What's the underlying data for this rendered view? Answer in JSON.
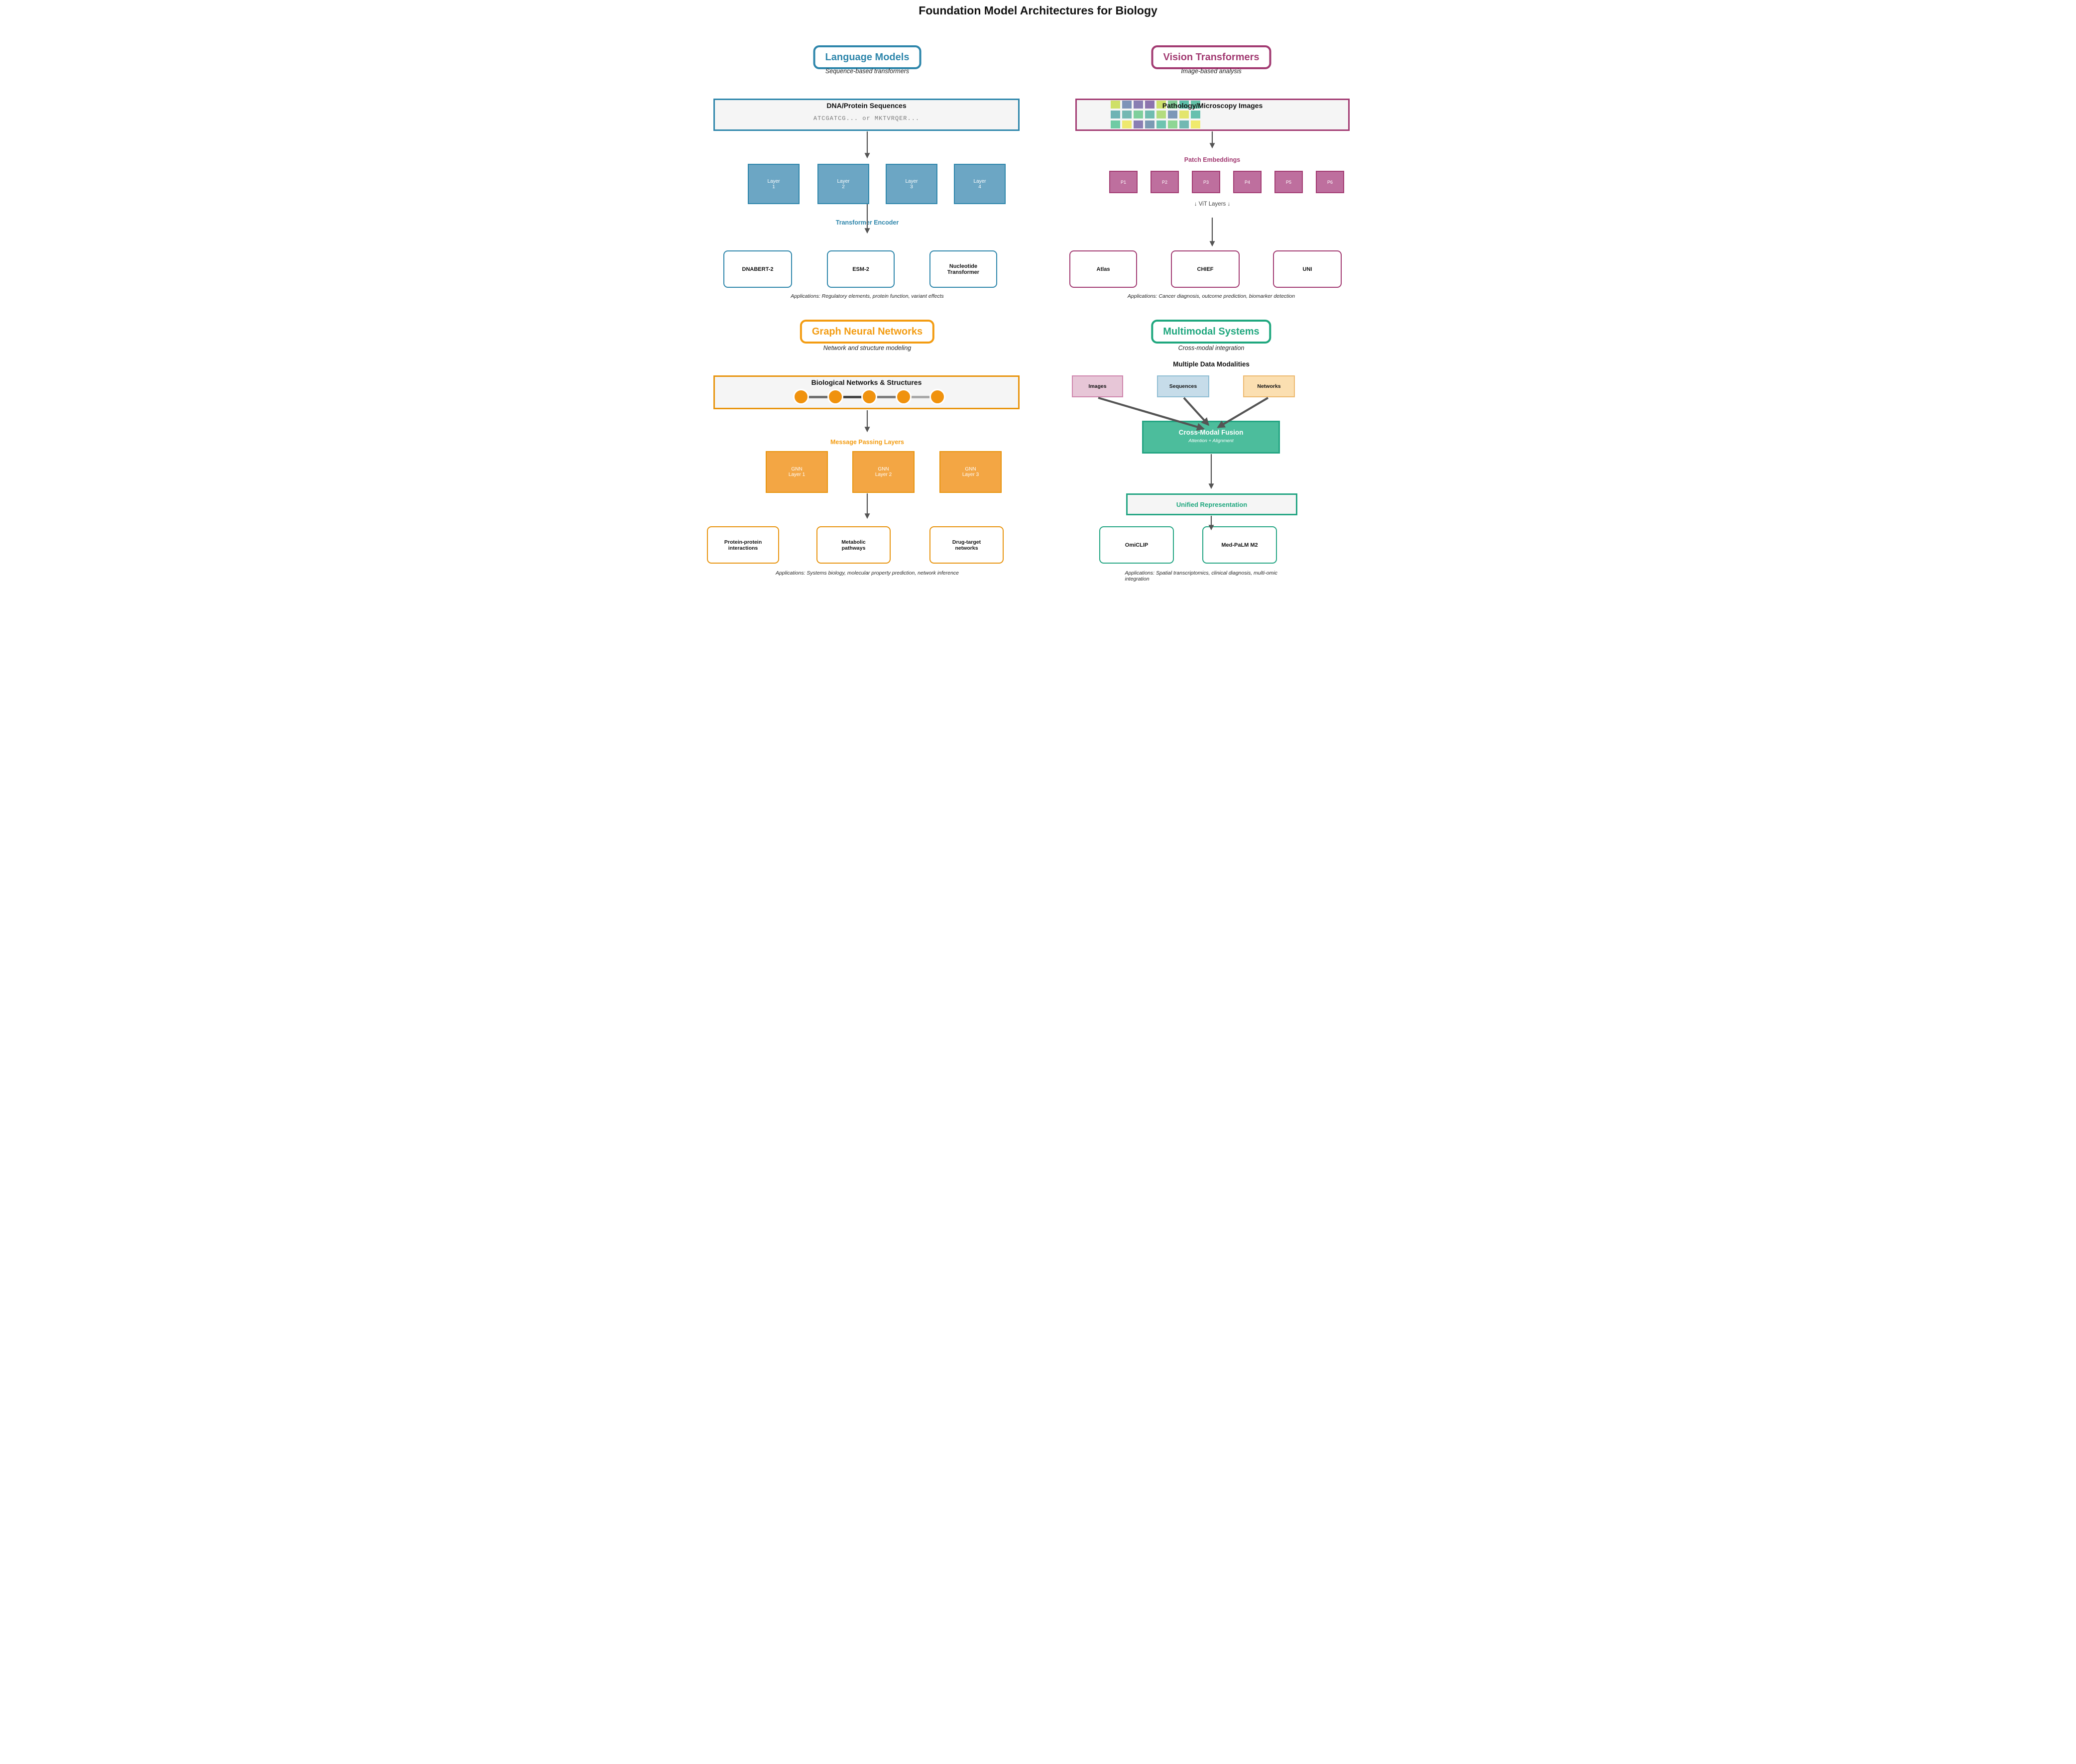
{
  "title": "Foundation Model Architectures for Biology",
  "palette": {
    "teal": "#2E86AB",
    "tealFill": "#6CA6C4",
    "magenta": "#A23B72",
    "magentaFill": "#BE6F9E",
    "orange": "#F39C12",
    "orangeBorder": "#E8940E",
    "orangeFill": "#F3A644",
    "green": "#1FA77E",
    "greenFill": "#4CBD9C",
    "greenBorder": "#24A583",
    "boxfill": "#F5F5F5",
    "arrow": "#555555"
  },
  "sections": {
    "language_models": {
      "header": "Language Models",
      "subtitle": "Sequence-based transformers",
      "input_title": "DNA/Protein Sequences",
      "input_text": "ATCGATCG... or MKTVRQER...",
      "layers": [
        "Layer\n1",
        "Layer\n2",
        "Layer\n3",
        "Layer\n4"
      ],
      "flow_label": "Transformer Encoder",
      "models": [
        "DNABERT-2",
        "ESM-2",
        "Nucleotide\nTransformer"
      ],
      "caption": "Applications: Regulatory elements, protein function, variant effects"
    },
    "vision_transformers": {
      "header": "Vision Transformers",
      "subtitle": "Image-based analysis",
      "input_title": "Pathology/Microscopy Images",
      "grid_colors": [
        [
          "#cfe067",
          "#7e93b8",
          "#8a7fb3",
          "#8c74ae",
          "#cfe26d",
          "#82cc96",
          "#5cbfa9",
          "#63c2a8"
        ],
        [
          "#6fb3b4",
          "#74b8b2",
          "#7ecf9c",
          "#70bcb0",
          "#b3dc7e",
          "#7d97b8",
          "#e3e56e",
          "#66c0ae"
        ],
        [
          "#6fcba4",
          "#eee96e",
          "#8a7fb3",
          "#7b9ab4",
          "#6ec4b0",
          "#8ed694",
          "#72b8b2",
          "#f0ea6d"
        ]
      ],
      "patch_label": "Patch Embeddings",
      "patches": [
        "P1",
        "P2",
        "P3",
        "P4",
        "P5",
        "P6"
      ],
      "vit_label": "↓ ViT Layers ↓",
      "models": [
        "Atlas",
        "CHIEF",
        "UNI"
      ],
      "caption": "Applications: Cancer diagnosis, outcome prediction, biomarker detection"
    },
    "graph_neural_networks": {
      "header": "Graph Neural Networks",
      "subtitle": "Network and structure modeling",
      "input_title": "Biological Networks & Structures",
      "node_count": 5,
      "node_color": "#F0920E",
      "edge_colors": [
        "#6f6f6f",
        "#454545",
        "#7d7d7d",
        "#a9a9a9"
      ],
      "flow_label": "Message Passing Layers",
      "layers": [
        "GNN\nLayer 1",
        "GNN\nLayer 2",
        "GNN\nLayer 3"
      ],
      "models": [
        "Protein-protein\ninteractions",
        "Metabolic\npathways",
        "Drug-target\nnetworks"
      ],
      "caption": "Applications: Systems biology, molecular property prediction, network inference"
    },
    "multimodal_systems": {
      "header": "Multimodal Systems",
      "subtitle": "Cross-modal integration",
      "modalities_label": "Multiple Data Modalities",
      "modalities": [
        {
          "label": "Images",
          "fill": "#E7C6D7",
          "border": "#CE85AC"
        },
        {
          "label": "Sequences",
          "fill": "#C6DCE9",
          "border": "#8FBDD3"
        },
        {
          "label": "Networks",
          "fill": "#FBDFB1",
          "border": "#EDB96E"
        }
      ],
      "fusion_title": "Cross-Modal Fusion",
      "fusion_subtitle": "Attention + Alignment",
      "unified_label": "Unified Representation",
      "models": [
        "OmiCLIP",
        "Med-PaLM M2"
      ],
      "caption": "Applications: Spatial transcriptomics, clinical diagnosis, multi-omic integration"
    }
  }
}
